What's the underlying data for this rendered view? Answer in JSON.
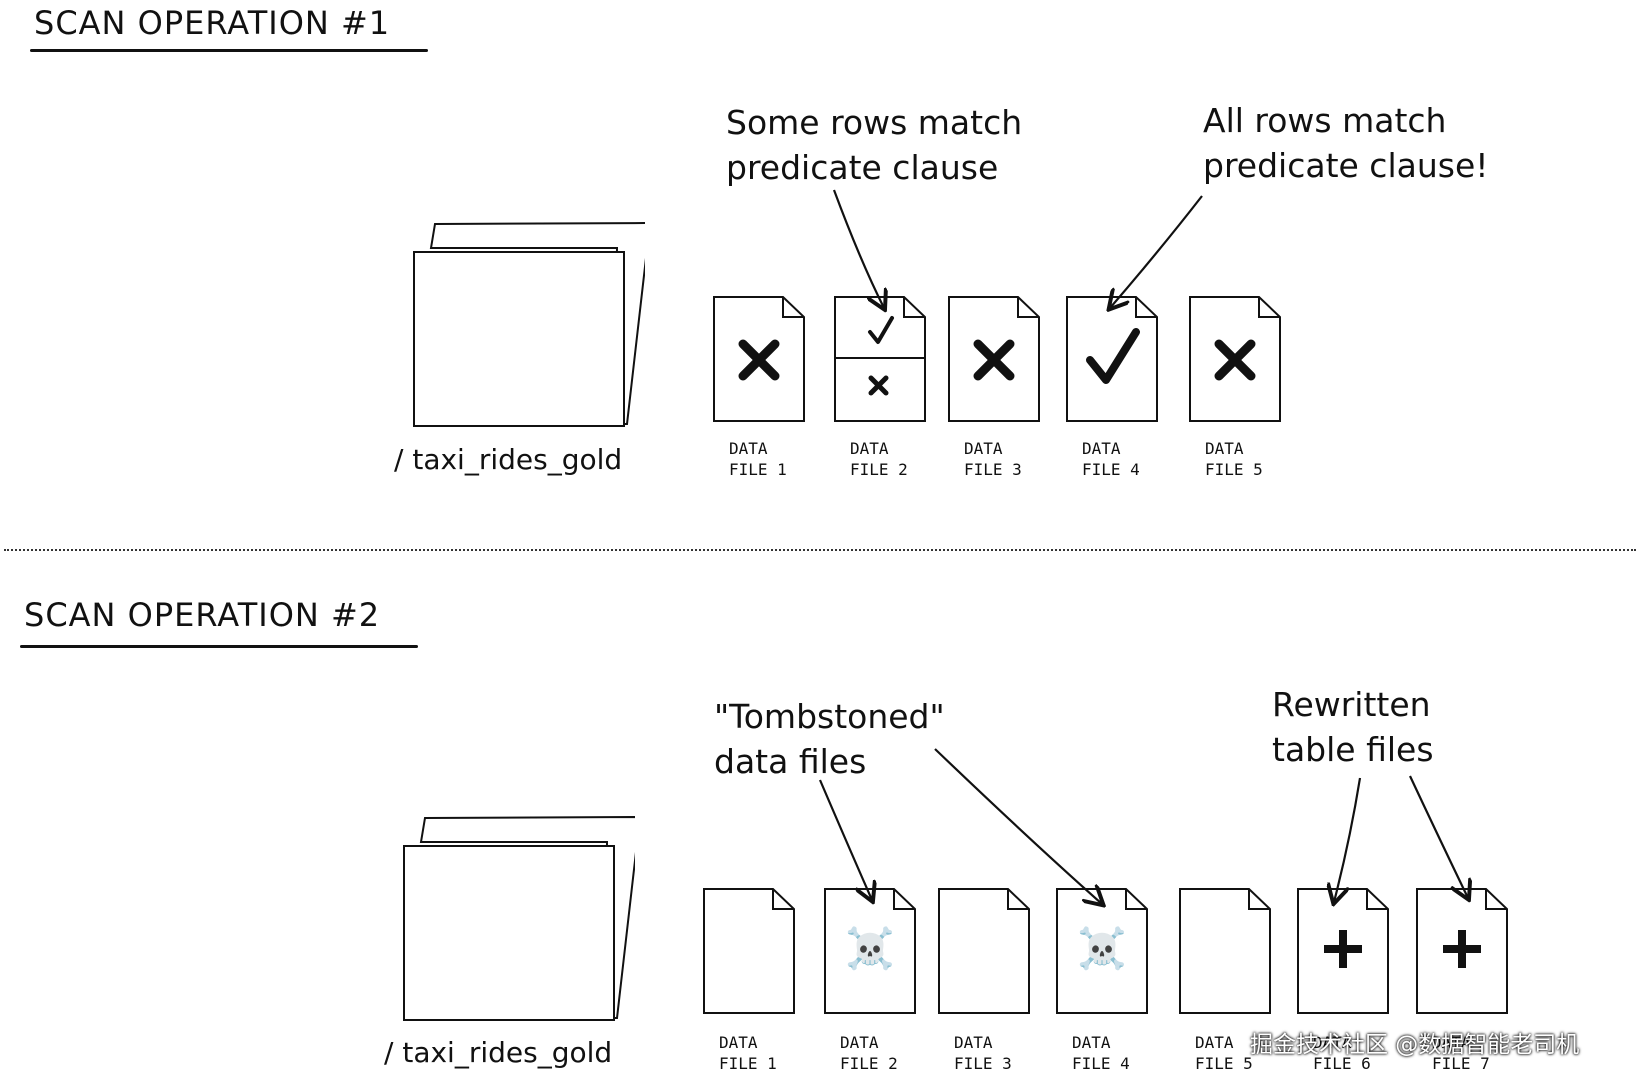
{
  "sections": [
    {
      "title": "SCAN OPERATION #1",
      "folder_label": "/ taxi_rides_gold",
      "notes": [
        {
          "lines": [
            "Some rows match",
            "predicate clause"
          ]
        },
        {
          "lines": [
            "All rows match",
            "predicate clause!"
          ]
        }
      ],
      "files": [
        {
          "line1": "DATA",
          "line2": "FILE 1",
          "mark": "cross-icon"
        },
        {
          "line1": "DATA",
          "line2": "FILE 2",
          "mark": "split-check-cross-icon"
        },
        {
          "line1": "DATA",
          "line2": "FILE 3",
          "mark": "cross-icon"
        },
        {
          "line1": "DATA",
          "line2": "FILE 4",
          "mark": "check-icon"
        },
        {
          "line1": "DATA",
          "line2": "FILE 5",
          "mark": "cross-icon"
        }
      ]
    },
    {
      "title": "SCAN OPERATION #2",
      "folder_label": "/ taxi_rides_gold",
      "notes": [
        {
          "lines": [
            "\"Tombstoned\"",
            "data files"
          ]
        },
        {
          "lines": [
            "Rewritten",
            "table files"
          ]
        }
      ],
      "files": [
        {
          "line1": "DATA",
          "line2": "FILE 1",
          "mark": "none"
        },
        {
          "line1": "DATA",
          "line2": "FILE 2",
          "mark": "skull-crossbones-icon",
          "glyph": "☠️"
        },
        {
          "line1": "DATA",
          "line2": "FILE 3",
          "mark": "none"
        },
        {
          "line1": "DATA",
          "line2": "FILE 4",
          "mark": "skull-crossbones-icon",
          "glyph": "☠️"
        },
        {
          "line1": "DATA",
          "line2": "FILE 5",
          "mark": "none"
        },
        {
          "line1": "DATA",
          "line2": "FILE 6",
          "mark": "plus-icon"
        },
        {
          "line1": "DATA",
          "line2": "FILE 7",
          "mark": "plus-icon"
        }
      ]
    }
  ],
  "watermark": "掘金技术社区 @数据智能老司机"
}
